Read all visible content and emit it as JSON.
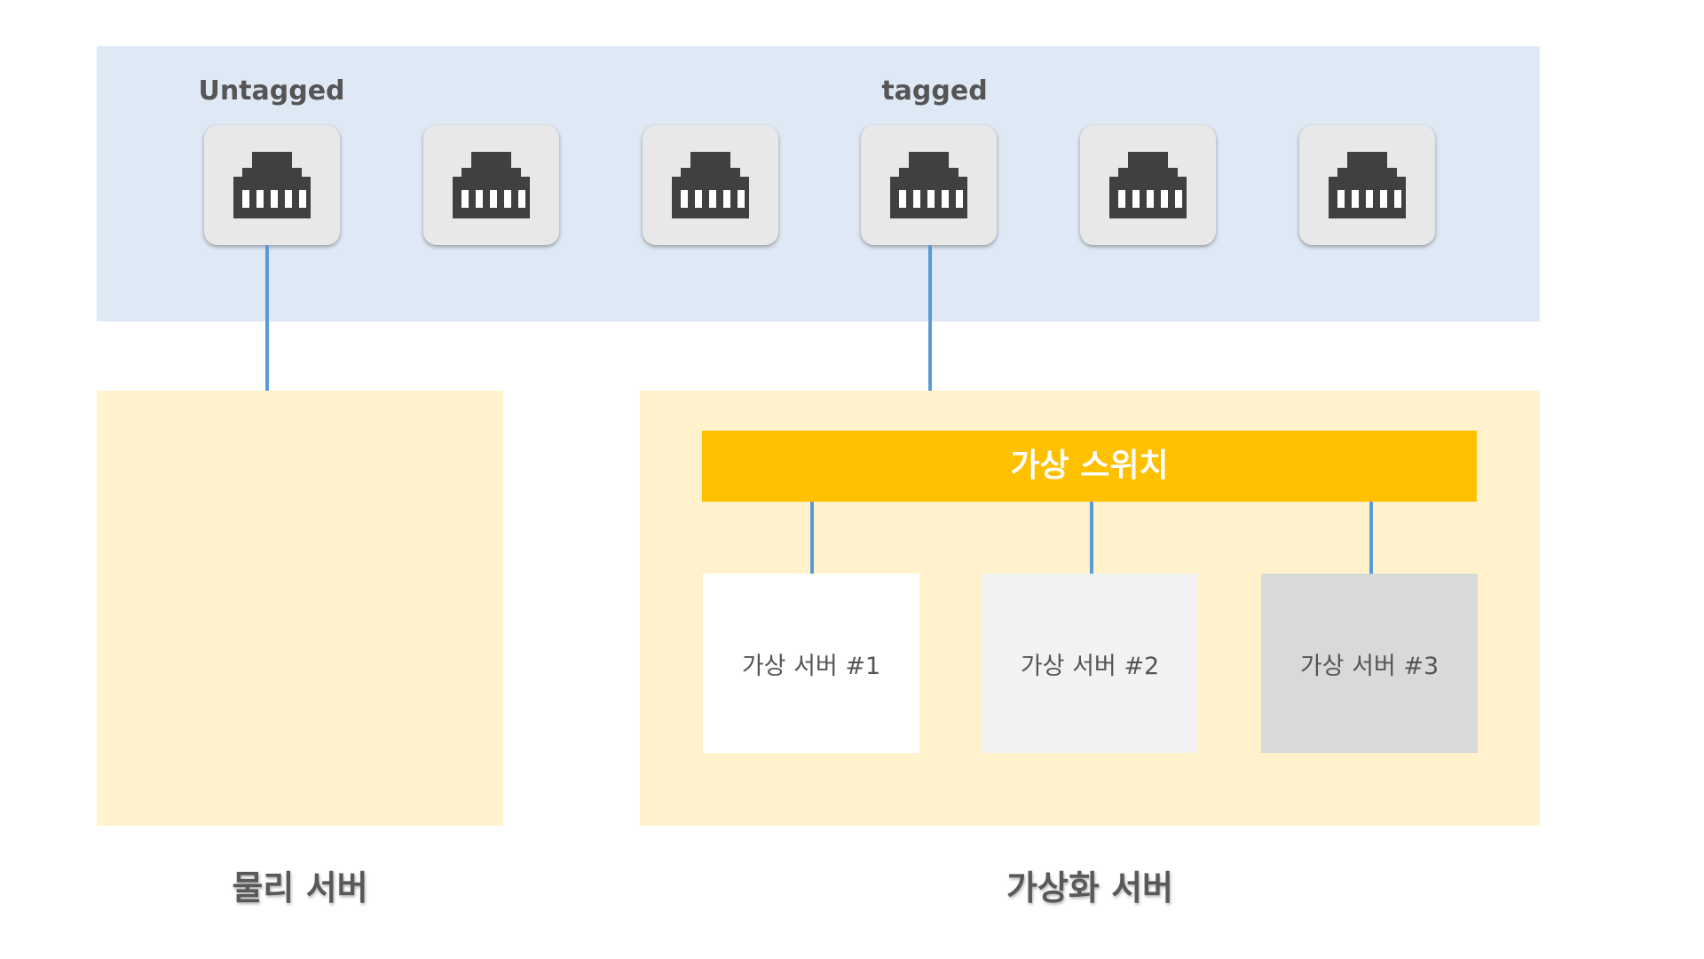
{
  "switch": {
    "labels": {
      "untagged": "Untagged",
      "tagged": "tagged"
    },
    "ports": [
      {
        "icon": "ethernet-port-icon"
      },
      {
        "icon": "ethernet-port-icon"
      },
      {
        "icon": "ethernet-port-icon"
      },
      {
        "icon": "ethernet-port-icon"
      },
      {
        "icon": "ethernet-port-icon"
      },
      {
        "icon": "ethernet-port-icon"
      }
    ]
  },
  "physical_server": {
    "caption": "물리 서버"
  },
  "virtualized_server": {
    "caption": "가상화 서버",
    "virtual_switch": "가상 스위치",
    "vms": [
      {
        "label": "가상 서버 #1",
        "color": "#ffffff"
      },
      {
        "label": "가상 서버 #2",
        "color": "#f2f2f2"
      },
      {
        "label": "가상 서버 #3",
        "color": "#d9d9d9"
      }
    ]
  },
  "colors": {
    "switch_bg": "#dfe9f5",
    "server_bg": "#fff2cc",
    "virtual_switch_bg": "#ffc000",
    "link": "#5b9bd5",
    "port_body": "#e8e8e8",
    "port_icon": "#404040"
  }
}
